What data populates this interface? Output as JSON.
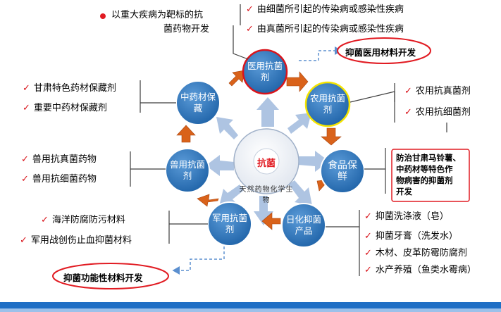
{
  "center": {
    "main": "抗菌",
    "ring": "天然药物化学生物"
  },
  "nodes": {
    "medical": {
      "label": "医用抗菌剂"
    },
    "agri": {
      "label": "农用抗菌剂"
    },
    "food": {
      "label": "食品保鲜"
    },
    "daily": {
      "label": "日化抑菌产品"
    },
    "military": {
      "label": "军用抗菌剂"
    },
    "veterinary": {
      "label": "兽用抗菌剂"
    },
    "tcm": {
      "label": "中药材保藏"
    }
  },
  "top_bullet": {
    "line1": "以重大疾病为靶标的抗",
    "line2": "菌药物开发"
  },
  "medical_items": [
    "由细菌所引起的传染病或感染性疾病",
    "由真菌所引起的传染病或感染性疾病"
  ],
  "medical_oval": "抑菌医用材料开发",
  "tcm_items": [
    "甘肃特色药材保藏剂",
    "重要中药材保藏剂"
  ],
  "agri_items": [
    "农用抗真菌剂",
    "农用抗细菌剂"
  ],
  "food_box": {
    "lines": [
      "防治甘肃马铃薯、",
      "中药材等特色作",
      "物病害的抑菌剂",
      "开发"
    ]
  },
  "vet_items": [
    "兽用抗真菌药物",
    "兽用抗细菌药物"
  ],
  "military_items": [
    "海洋防腐防污材料",
    "军用战创伤止血抑菌材料"
  ],
  "bottom_oval": "抑菌功能性材料开发",
  "daily_items": [
    "抑菌洗涤液（皂）",
    "抑菌牙膏（洗发水）",
    "木材、皮革防霉防腐剂",
    "水产养殖（鱼类水霉病）"
  ],
  "colors": {
    "node_blue": "#2d75b6",
    "center_ring": "#e9edf4",
    "accent_red": "#e11b22",
    "pale_arrow": "#aec4e2",
    "orange_arrow": "#d9621a",
    "bottom_bar": "#1f6fc5",
    "yellow_border": "#f5e400"
  },
  "icons": {
    "check": "red-checkmark",
    "bullet": "red-dot"
  }
}
